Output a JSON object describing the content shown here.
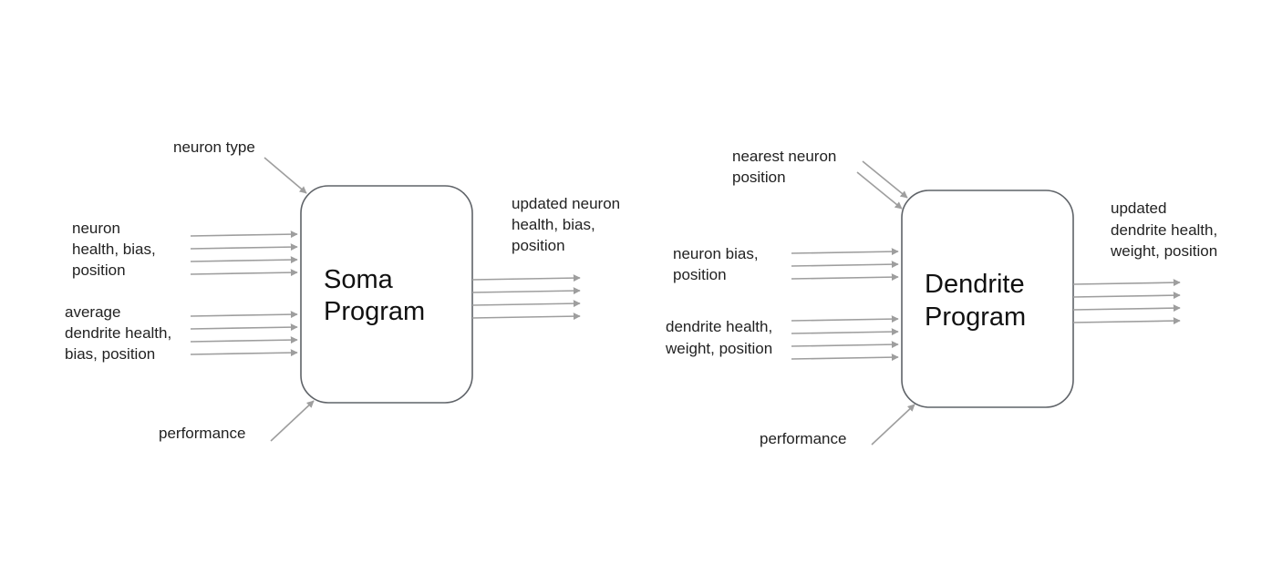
{
  "soma": {
    "title_lines": [
      "Soma",
      "Program"
    ],
    "inputs": {
      "neuron_type": [
        "neuron type"
      ],
      "neuron_health": [
        "neuron",
        "health, bias,",
        "position"
      ],
      "average_dendrite": [
        "average",
        "dendrite health,",
        "bias, position"
      ],
      "performance": [
        "performance"
      ]
    },
    "output": [
      "updated neuron",
      "health, bias,",
      "position"
    ]
  },
  "dendrite": {
    "title_lines": [
      "Dendrite",
      "Program"
    ],
    "inputs": {
      "nearest_neuron": [
        "nearest neuron",
        "position"
      ],
      "neuron_bias": [
        "neuron bias,",
        "position"
      ],
      "dendrite_health": [
        "dendrite health,",
        "weight, position"
      ],
      "performance": [
        "performance"
      ]
    },
    "output": [
      "updated",
      "dendrite health,",
      "weight, position"
    ]
  },
  "colors": {
    "arrow": "#9e9e9e",
    "box_stroke": "#5f6368",
    "text": "#222222"
  }
}
